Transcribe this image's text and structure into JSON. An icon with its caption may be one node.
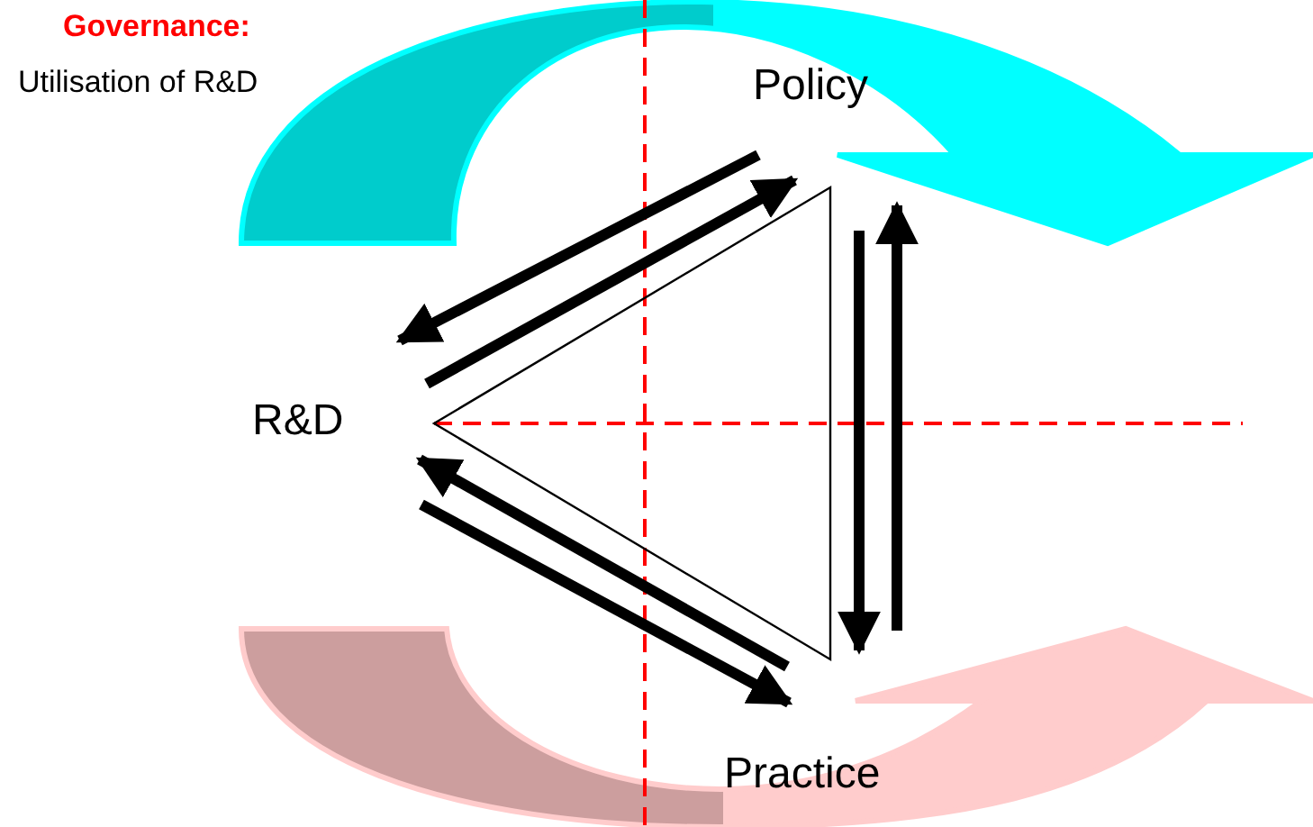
{
  "diagram": {
    "nodes": [
      {
        "text": [
          "Policy"
        ]
      },
      {
        "text": [
          "R&D"
        ]
      },
      {
        "text": [
          "Practice"
        ]
      }
    ],
    "edges": [
      {
        "from": 0,
        "to": 1,
        "arrow": "to"
      },
      {
        "from": 1,
        "to": 0,
        "arrow": "to"
      },
      {
        "from": 0,
        "to": 2,
        "arrow": "to"
      },
      {
        "from": 2,
        "to": 0,
        "arrow": "to"
      },
      {
        "from": 2,
        "to": 1,
        "arrow": "to"
      },
      {
        "from": 1,
        "to": 2,
        "arrow": "to"
      }
    ],
    "labels": [
      "Governance:",
      "Utilisation of R&D"
    ]
  }
}
